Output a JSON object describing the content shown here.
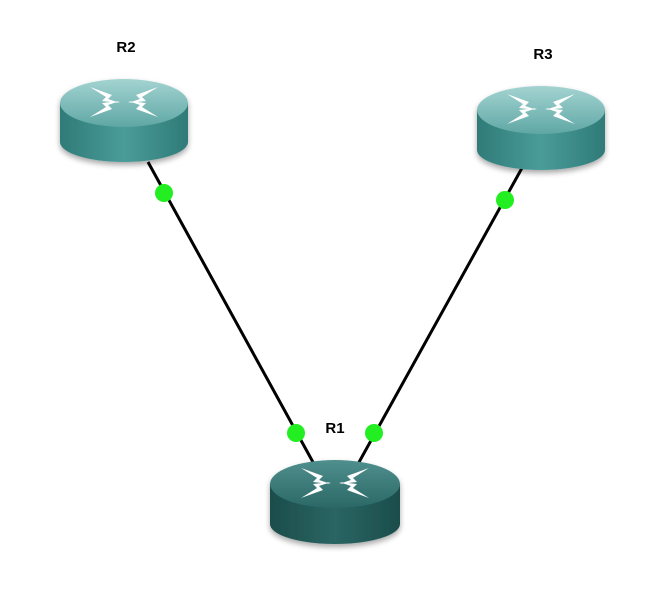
{
  "topology": {
    "routers": [
      {
        "id": "R2",
        "label": "R2",
        "selected": false
      },
      {
        "id": "R3",
        "label": "R3",
        "selected": false
      },
      {
        "id": "R1",
        "label": "R1",
        "selected": true
      }
    ],
    "links": [
      {
        "from": "R2",
        "to": "R1",
        "status": "up"
      },
      {
        "from": "R3",
        "to": "R1",
        "status": "up"
      }
    ]
  },
  "colors": {
    "router_body": "#3d8f8c",
    "router_top": "#7dbcba",
    "router_side": "#2c7370",
    "router_selected_body": "#215b59",
    "router_selected_top": "#3f807e",
    "link": "#000000",
    "link_status_up": "#22ee22"
  },
  "icons": {
    "router": "router-arrows-icon",
    "link_status": "status-dot-icon"
  }
}
